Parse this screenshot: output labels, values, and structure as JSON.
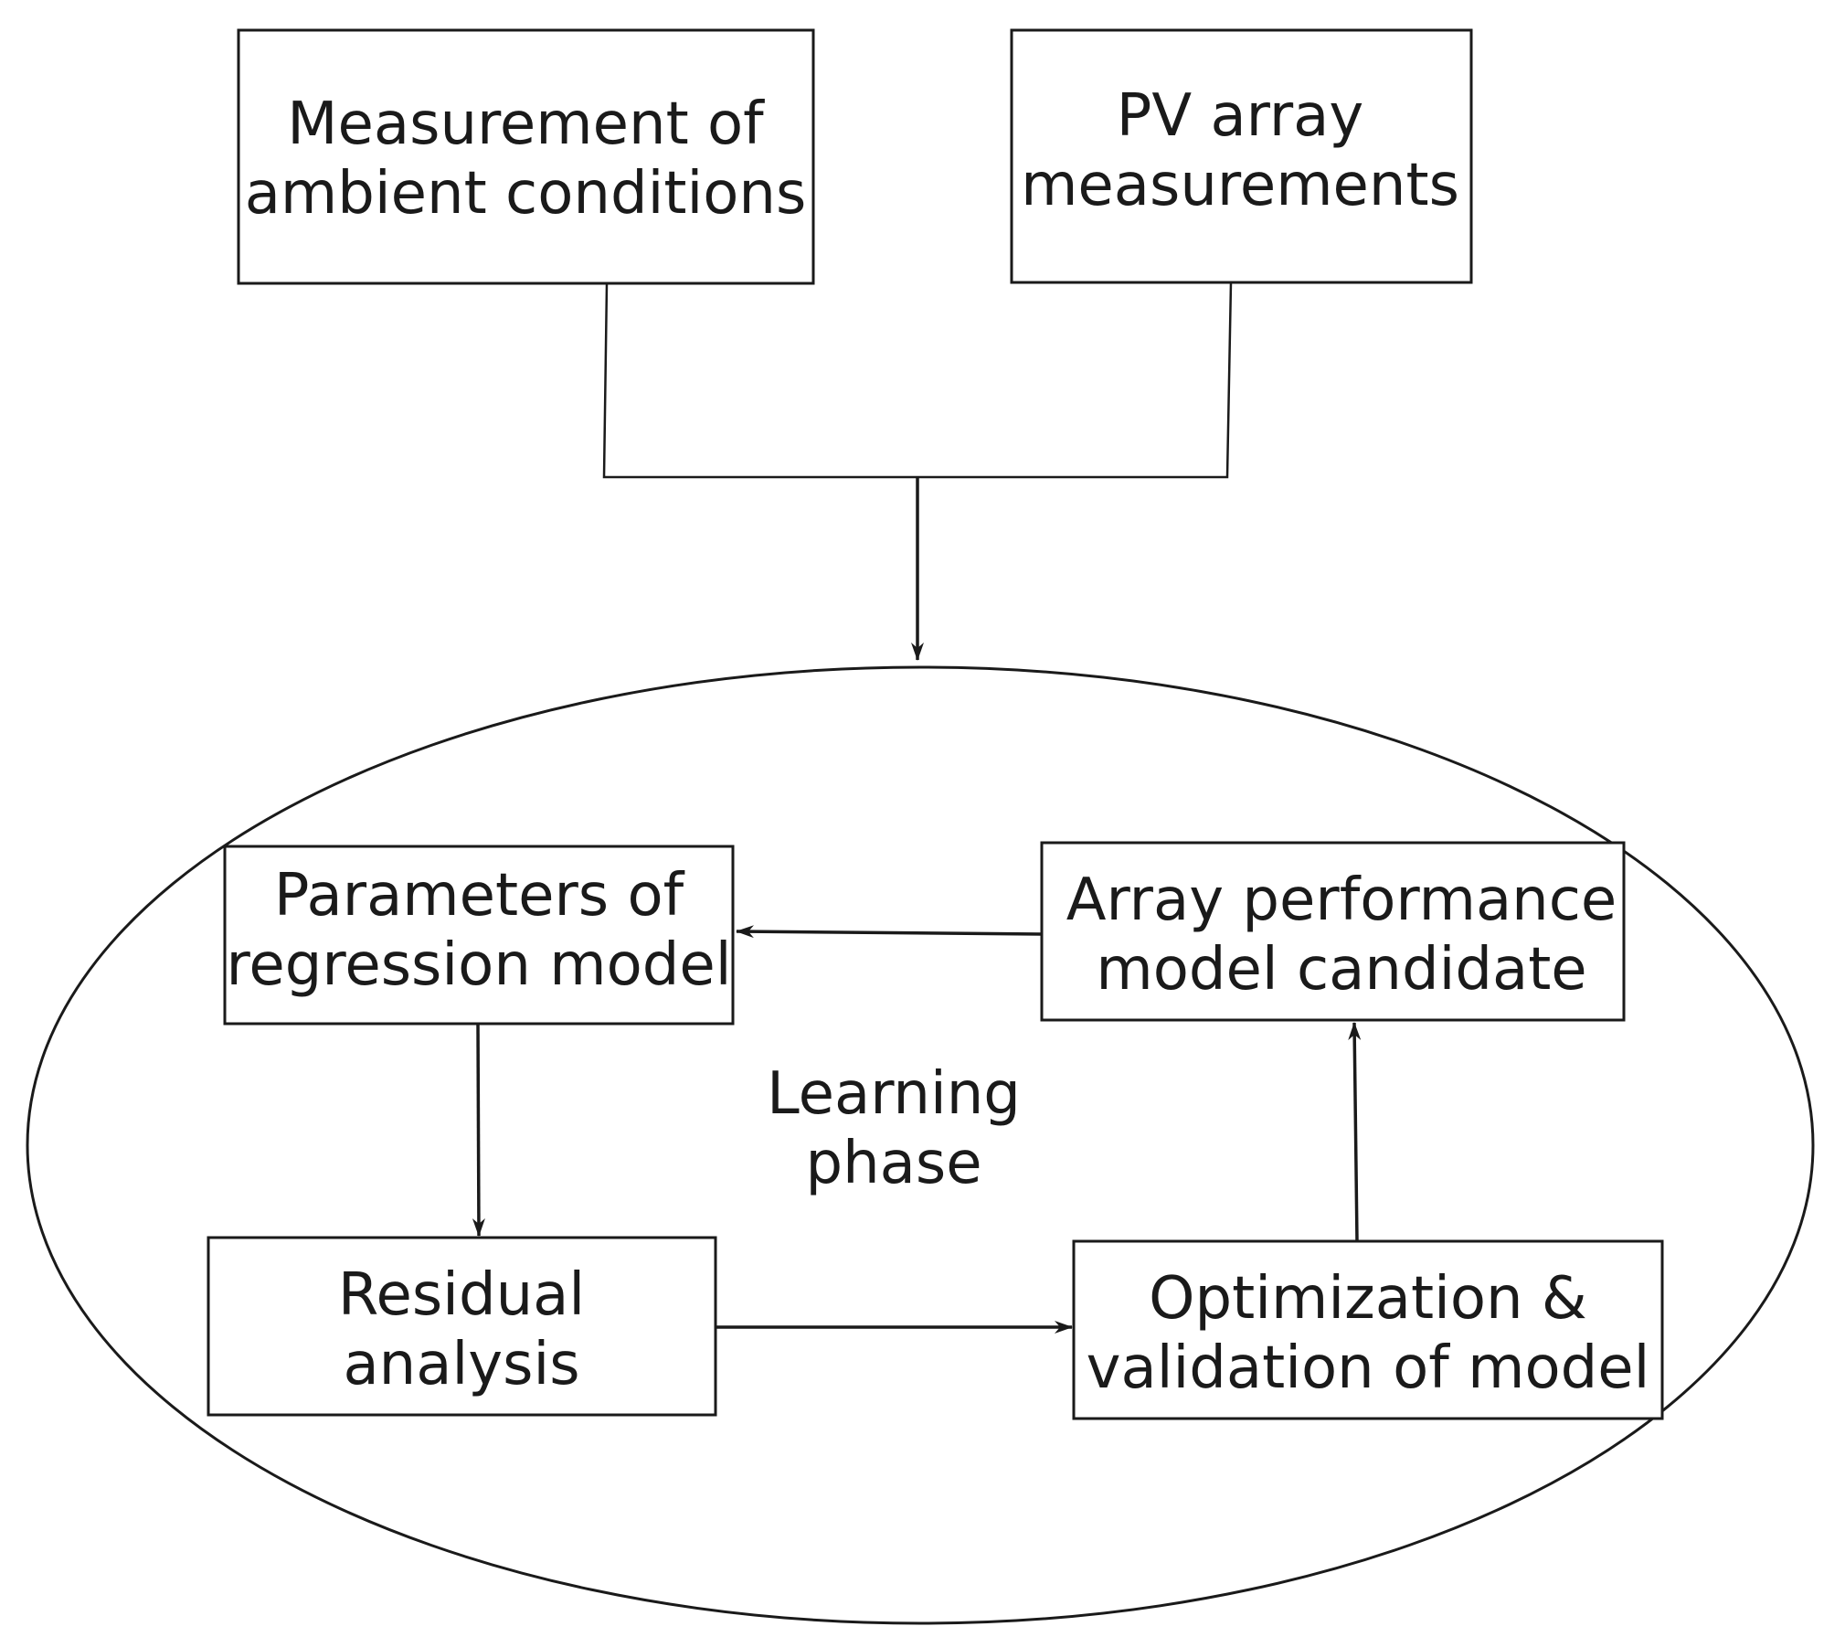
{
  "nodes": {
    "ambient": {
      "line1": "Measurement of",
      "line2": "ambient conditions"
    },
    "pv": {
      "line1": "PV array",
      "line2": "measurements"
    },
    "regression": {
      "line1": "Parameters of",
      "line2": "regression model"
    },
    "candidate": {
      "line1": "Array performance",
      "line2": "model candidate"
    },
    "residual": {
      "line1": "Residual",
      "line2": "analysis"
    },
    "optimization": {
      "line1": "Optimization &",
      "line2": "validation of model"
    }
  },
  "learning_phase": {
    "line1": "Learning",
    "line2": "phase"
  },
  "colors": {
    "stroke": "#1a1a1a",
    "background": "#ffffff"
  }
}
